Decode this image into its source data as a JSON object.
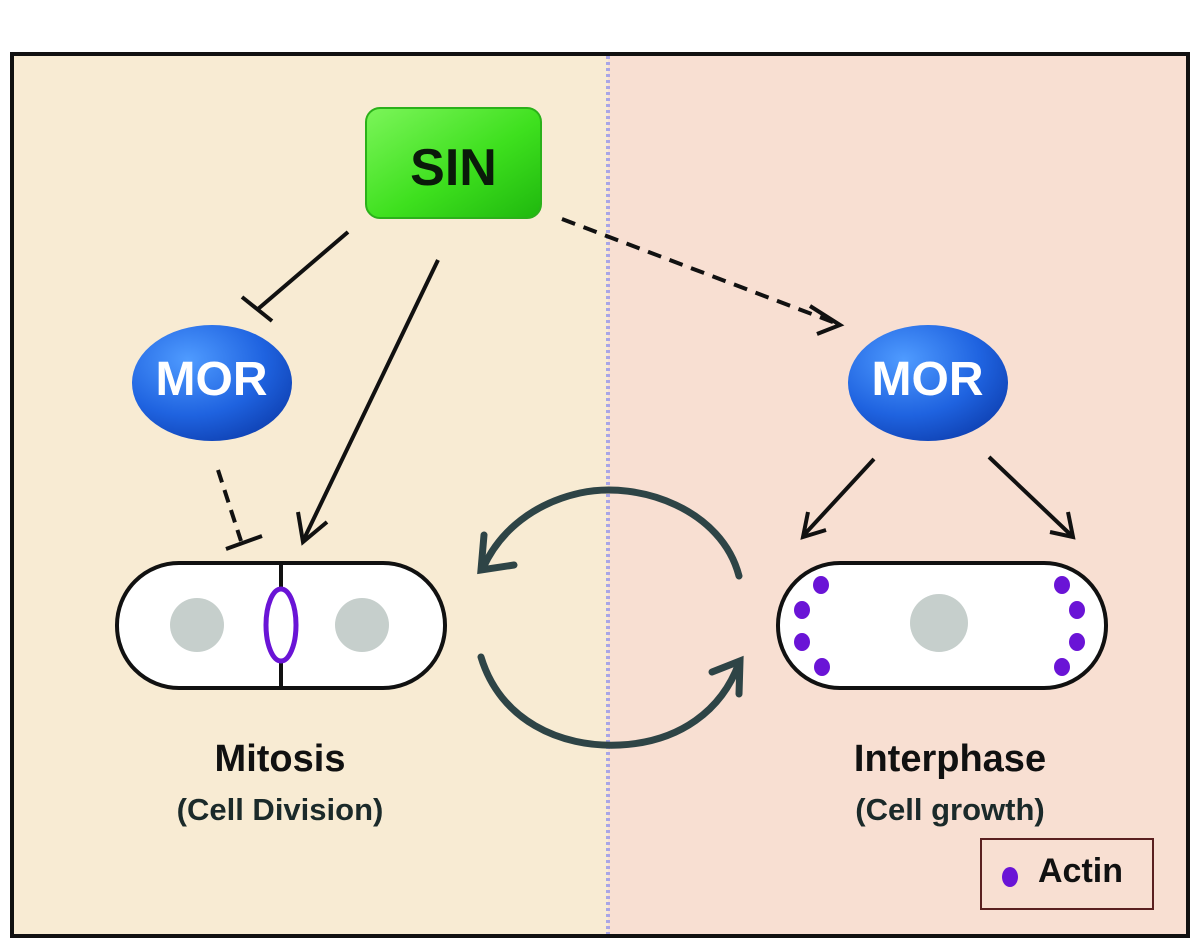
{
  "nodes": {
    "sin": "SIN",
    "mor_left": "MOR",
    "mor_right": "MOR"
  },
  "phases": {
    "mitosis": {
      "title": "Mitosis",
      "subtitle": "(Cell Division)"
    },
    "interphase": {
      "title": "Interphase",
      "subtitle": "(Cell growth)"
    }
  },
  "legend": {
    "label": "Actin"
  },
  "colors": {
    "mitosis_bg": "#f8ebd3",
    "interphase_bg": "#f8dfd2",
    "sin_green": "#3fe020",
    "mor_blue": "#1f63e0",
    "actin_purple": "#6a14d6",
    "nucleus_gray": "#c6cfcc",
    "cycle_arrow": "#2e4446"
  }
}
